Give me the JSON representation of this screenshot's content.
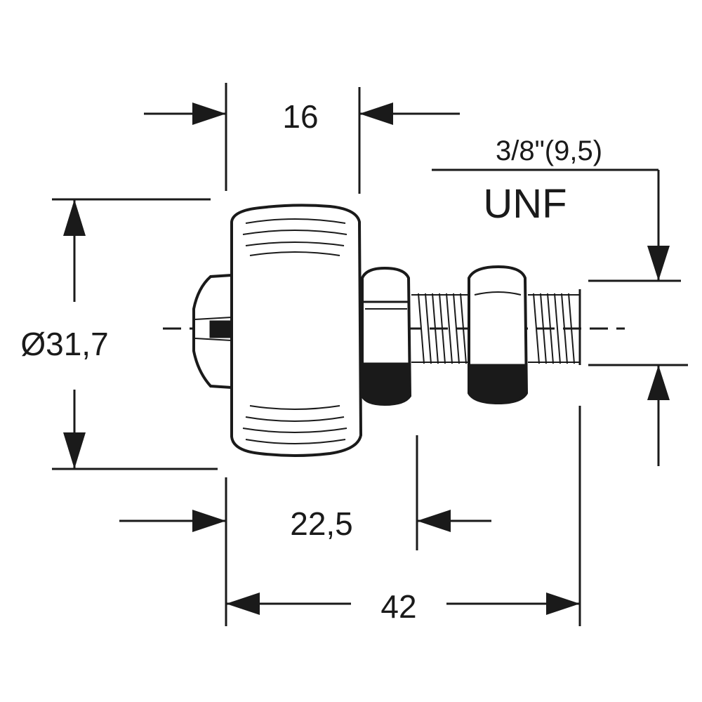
{
  "dimensions": {
    "top_width": "16",
    "diameter": "Ø31,7",
    "body_to_nut": "22,5",
    "overall_length": "42",
    "thread_size": "3/8\"(9,5)",
    "thread_type": "UNF"
  }
}
